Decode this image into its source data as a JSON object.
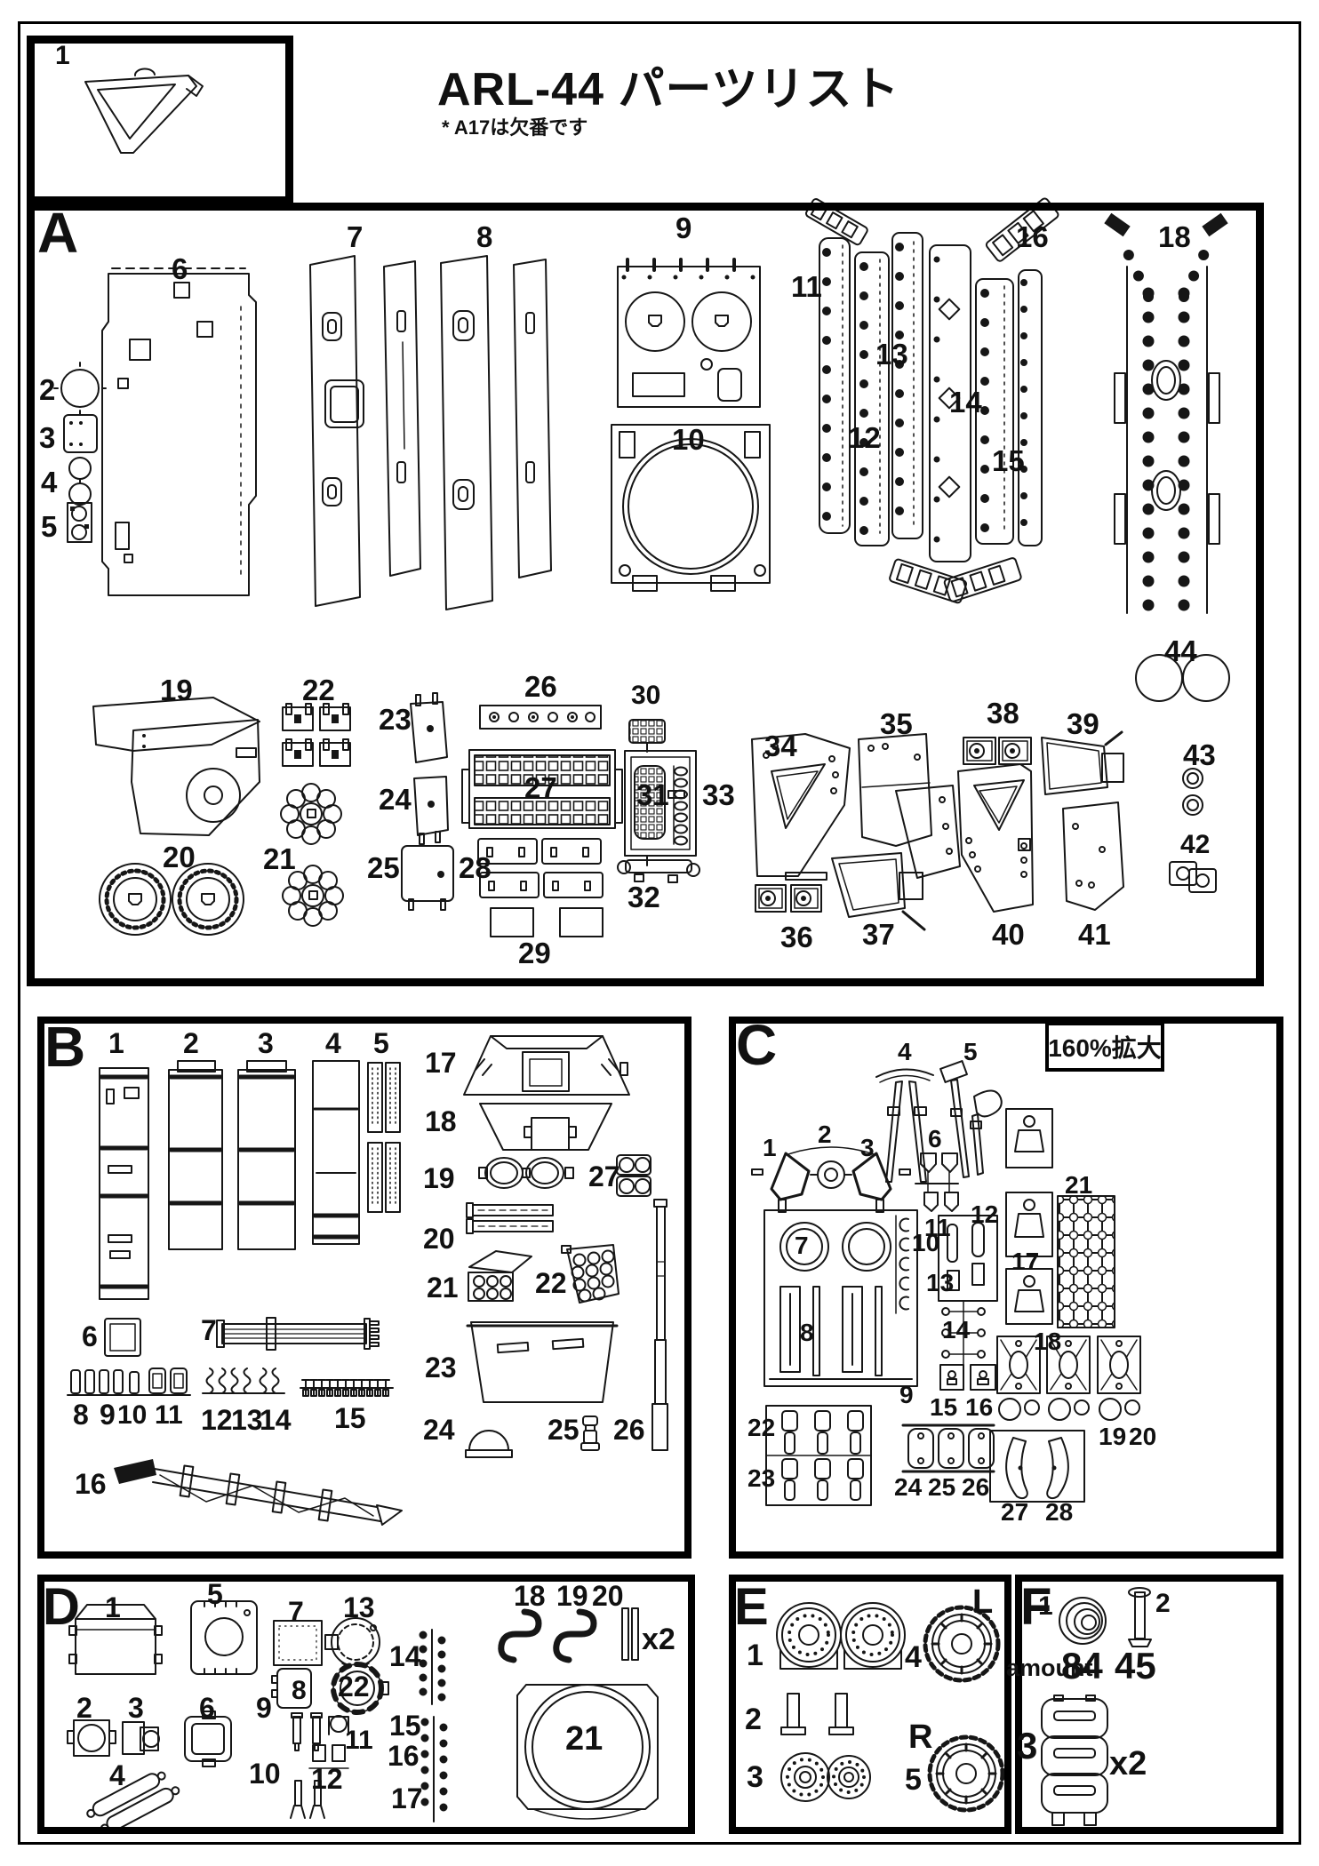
{
  "page": {
    "title": "ARL-44 パーツリスト",
    "note": "* A17は欠番です",
    "ink_color": "#161616",
    "paper_color": "#ffffff"
  },
  "sections": [
    {
      "id": "A",
      "label": "A",
      "parts": [
        "1",
        "2",
        "3",
        "4",
        "5",
        "6",
        "7",
        "8",
        "9",
        "10",
        "11",
        "12",
        "13",
        "14",
        "15",
        "16",
        "18",
        "19",
        "20",
        "21",
        "22",
        "23",
        "24",
        "25",
        "26",
        "27",
        "28",
        "29",
        "30",
        "31",
        "32",
        "33",
        "34",
        "35",
        "36",
        "37",
        "38",
        "39",
        "40",
        "41",
        "42",
        "43",
        "44"
      ]
    },
    {
      "id": "B",
      "label": "B",
      "parts": [
        "1",
        "2",
        "3",
        "4",
        "5",
        "6",
        "7",
        "8",
        "9",
        "10",
        "11",
        "12",
        "13",
        "14",
        "15",
        "16",
        "17",
        "18",
        "19",
        "20",
        "21",
        "22",
        "23",
        "24",
        "25",
        "26",
        "27"
      ]
    },
    {
      "id": "C",
      "label": "C",
      "parts": [
        "1",
        "2",
        "3",
        "4",
        "5",
        "6",
        "7",
        "8",
        "9",
        "10",
        "11",
        "12",
        "13",
        "14",
        "15",
        "16",
        "17",
        "18",
        "19",
        "20",
        "21",
        "22",
        "23",
        "24",
        "25",
        "26",
        "27",
        "28"
      ],
      "scale_note": "160%拡大"
    },
    {
      "id": "D",
      "label": "D",
      "parts": [
        "1",
        "2",
        "3",
        "4",
        "5",
        "6",
        "7",
        "8",
        "9",
        "10",
        "11",
        "12",
        "13",
        "14",
        "15",
        "16",
        "17",
        "18",
        "19",
        "20",
        "21",
        "22"
      ],
      "part20_multiplier": "x2"
    },
    {
      "id": "E",
      "label": "E",
      "parts": [
        "1",
        "2",
        "3",
        "4",
        "5"
      ],
      "left_label": "L",
      "right_label": "R"
    },
    {
      "id": "F",
      "label": "F",
      "parts": [
        "1",
        "2",
        "3"
      ],
      "amount_label": "amount",
      "part1_amount": "84",
      "part2_amount": "45",
      "part3_multiplier": "x2"
    }
  ]
}
